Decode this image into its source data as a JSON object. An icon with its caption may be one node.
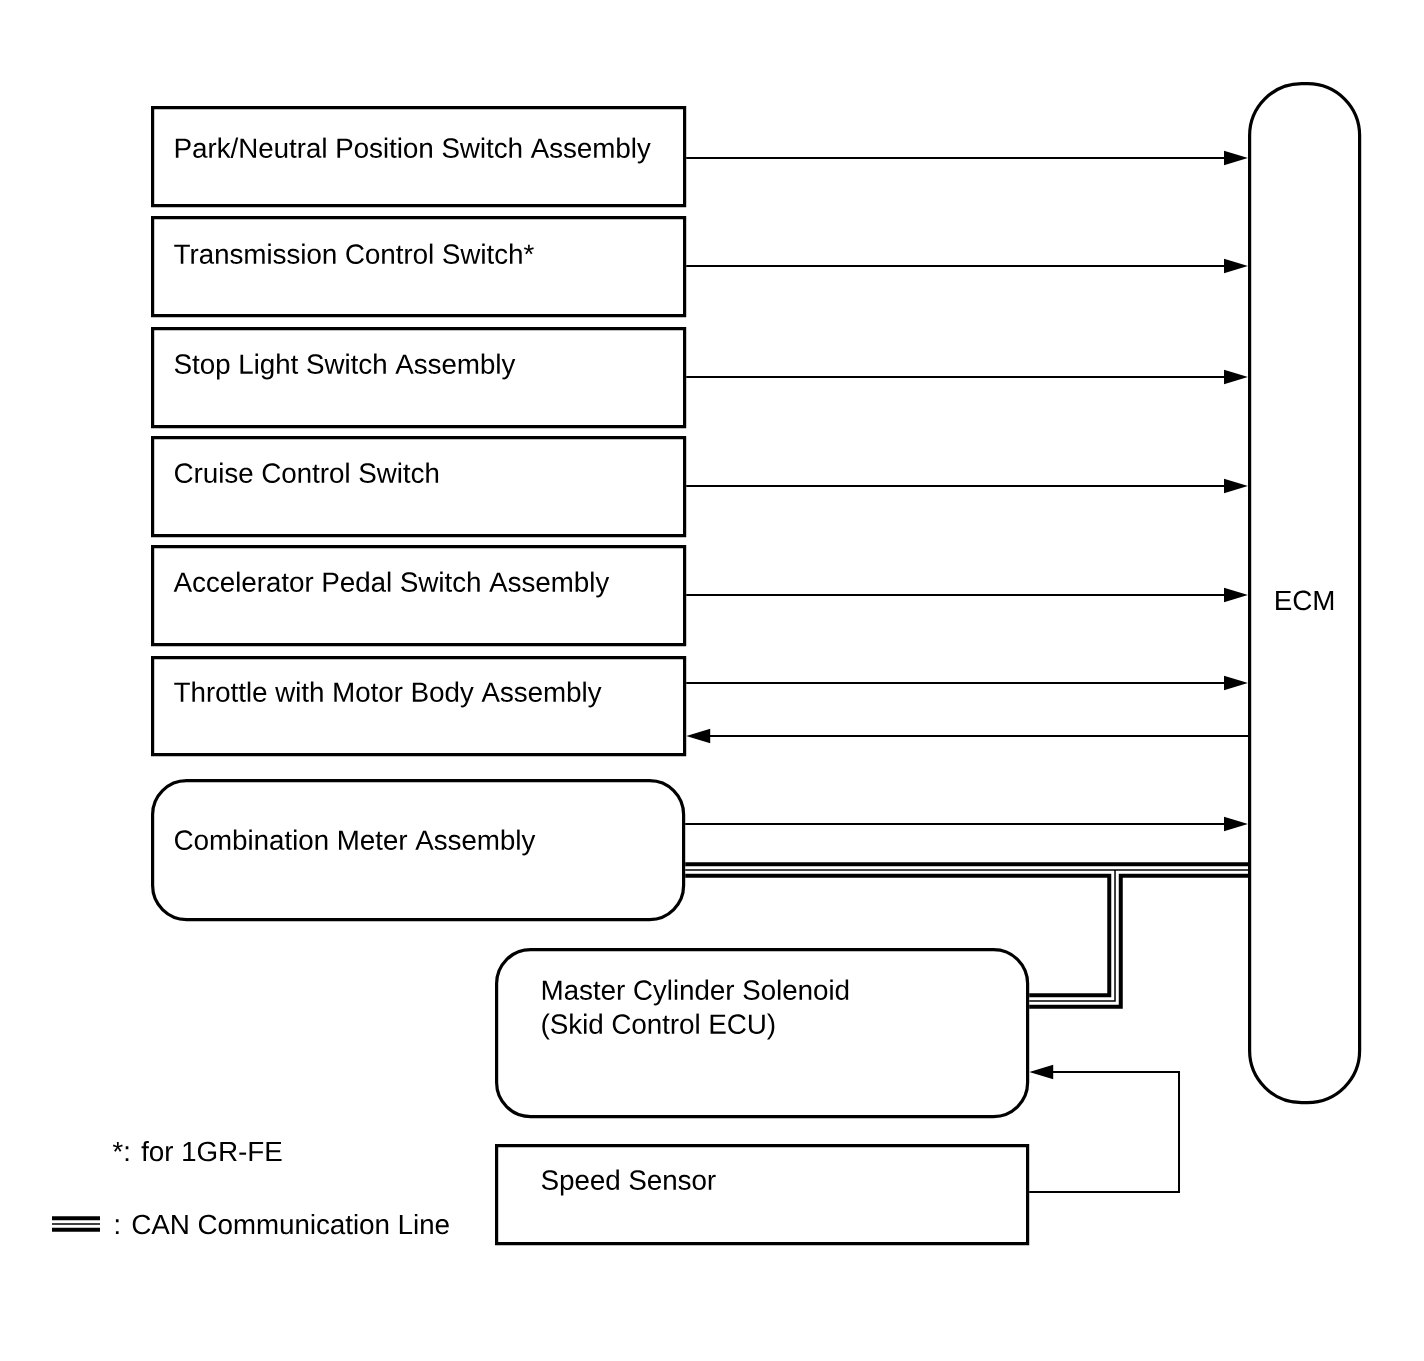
{
  "diagram": {
    "nodes": [
      {
        "text": [
          "Park/Neutral Position Switch Assembly"
        ]
      },
      {
        "text": [
          "Transmission Control Switch*"
        ]
      },
      {
        "text": [
          "Stop Light Switch Assembly"
        ]
      },
      {
        "text": [
          "Cruise Control Switch"
        ]
      },
      {
        "text": [
          "Accelerator Pedal Switch Assembly"
        ]
      },
      {
        "text": [
          "Throttle with Motor Body Assembly"
        ]
      },
      {
        "text": [
          "Combination Meter Assembly"
        ]
      },
      {
        "text": [
          "Master Cylinder Solenoid (Skid Control ECU)"
        ]
      },
      {
        "text": [
          "Speed Sensor"
        ]
      },
      {
        "text": [
          "ECM"
        ]
      }
    ],
    "edges": [
      {
        "from": 0,
        "to": 9,
        "arrow": "to"
      },
      {
        "from": 1,
        "to": 9,
        "arrow": "to"
      },
      {
        "from": 2,
        "to": 9,
        "arrow": "to"
      },
      {
        "from": 3,
        "to": 9,
        "arrow": "to"
      },
      {
        "from": 4,
        "to": 9,
        "arrow": "to"
      },
      {
        "from": 5,
        "to": 9,
        "arrow": "to"
      },
      {
        "from": 9,
        "to": 5,
        "arrow": "to"
      },
      {
        "from": 6,
        "to": 9,
        "arrow": "to"
      },
      {
        "from": 6,
        "to": 9,
        "arrow": "none",
        "style": "thick"
      },
      {
        "from": 7,
        "to": 9,
        "arrow": "none",
        "style": "thick"
      },
      {
        "from": 8,
        "to": 7,
        "arrow": "to"
      }
    ],
    "labels": [
      "*: for 1GR-FE"
    ],
    "legend": [
      {
        "text": ": CAN Communication Line"
      }
    ]
  }
}
